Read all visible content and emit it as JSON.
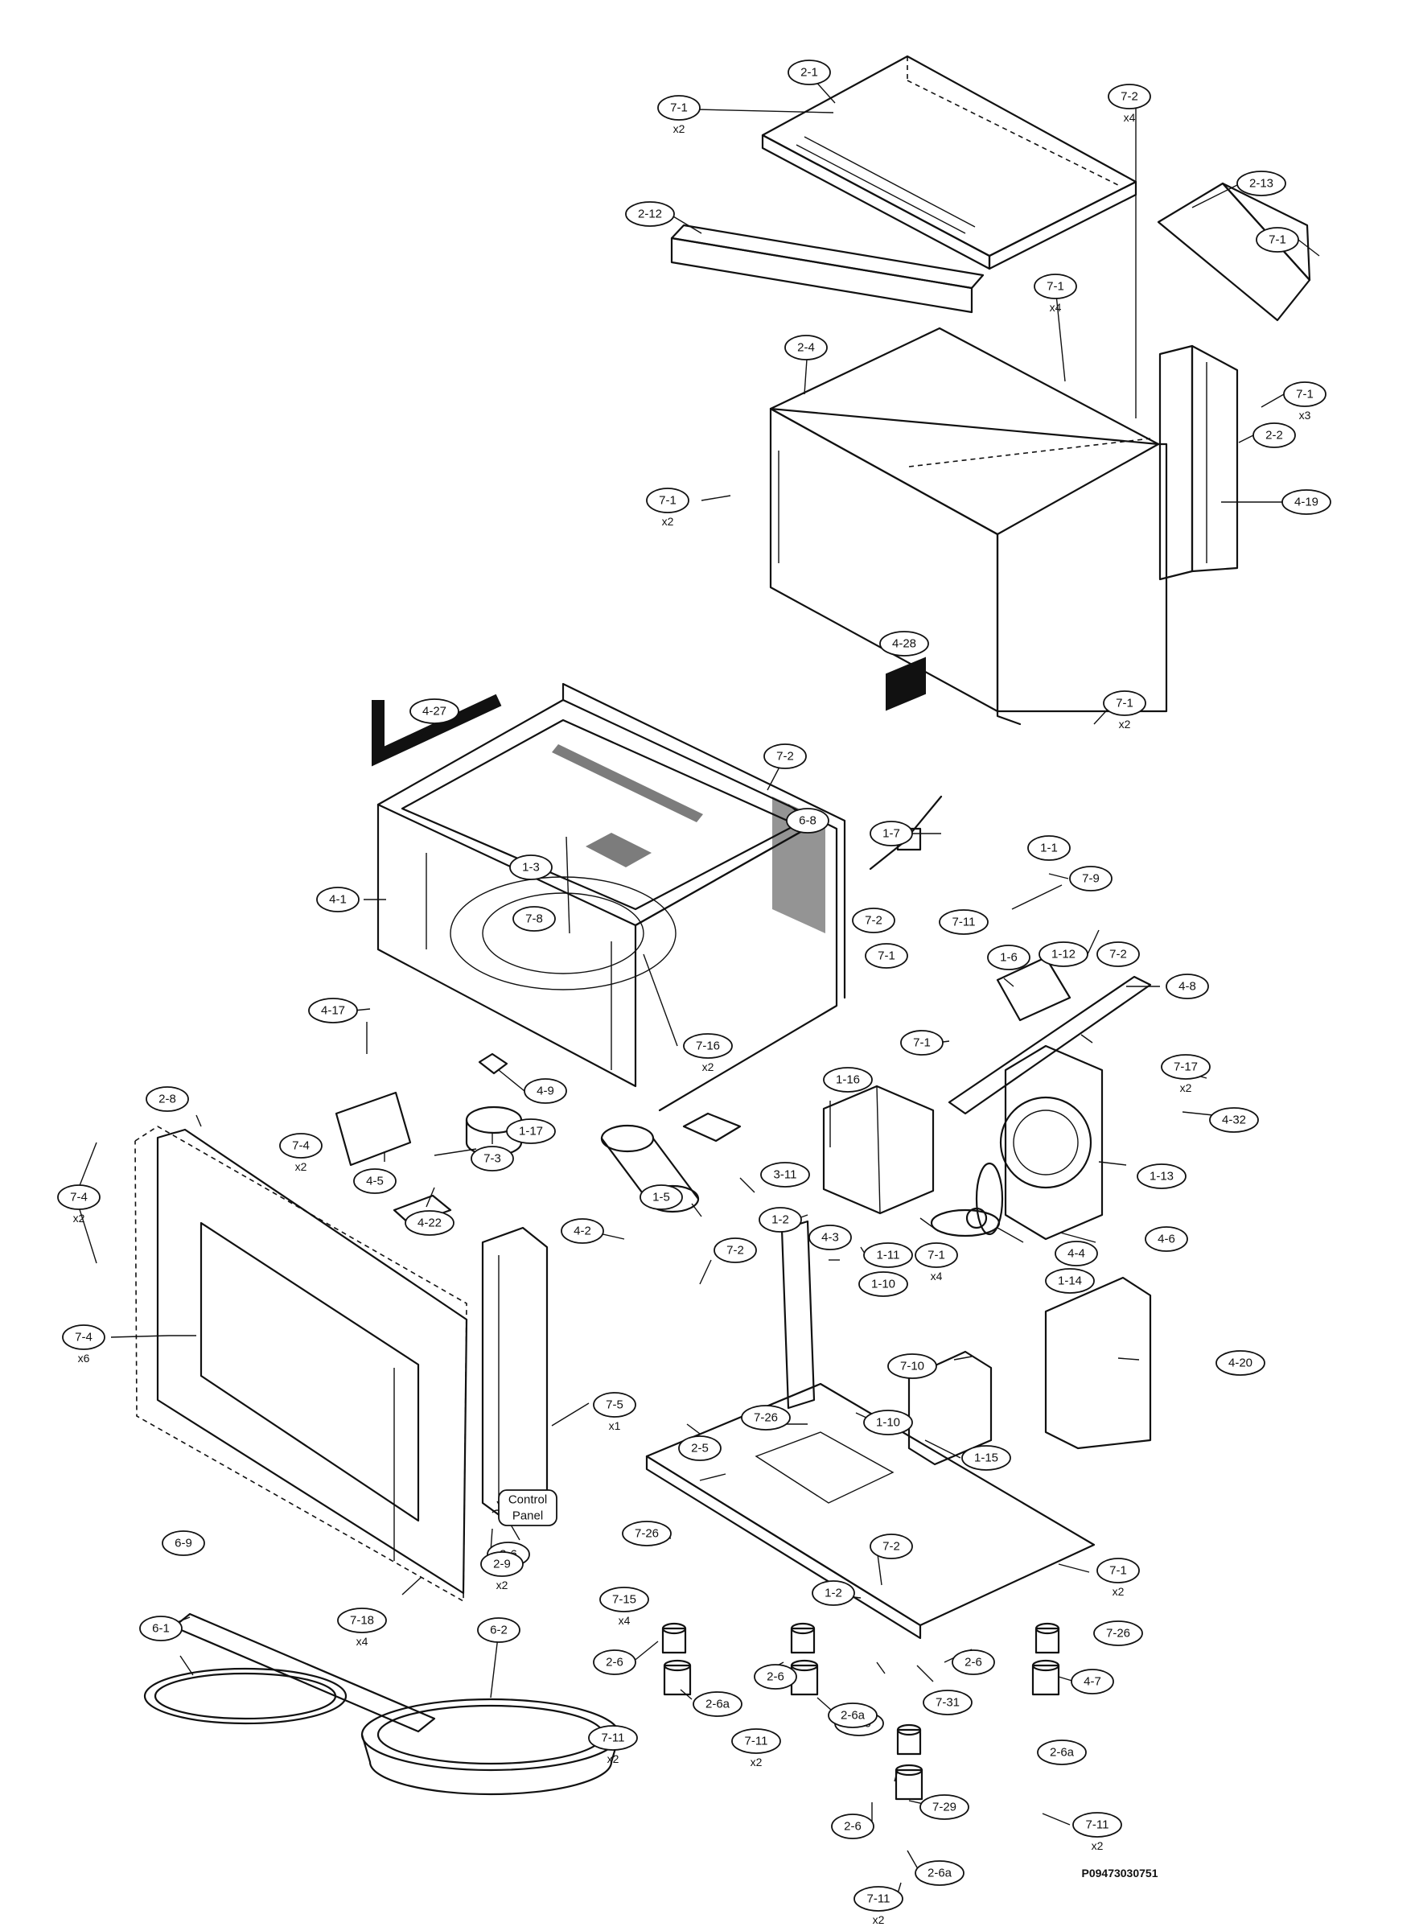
{
  "drawing": {
    "reference_number": "P09473030751",
    "control_panel_label": [
      "Control",
      "Panel"
    ]
  },
  "callouts": [
    {
      "label": "2-1",
      "qty": ""
    },
    {
      "label": "7-1",
      "qty": "x2"
    },
    {
      "label": "7-2",
      "qty": "x4"
    },
    {
      "label": "2-13",
      "qty": ""
    },
    {
      "label": "2-12",
      "qty": ""
    },
    {
      "label": "7-1",
      "qty": ""
    },
    {
      "label": "7-1",
      "qty": "x4"
    },
    {
      "label": "2-4",
      "qty": ""
    },
    {
      "label": "7-1",
      "qty": "x3"
    },
    {
      "label": "2-2",
      "qty": ""
    },
    {
      "label": "7-1",
      "qty": "x2"
    },
    {
      "label": "4-19",
      "qty": ""
    },
    {
      "label": "4-28",
      "qty": ""
    },
    {
      "label": "4-27",
      "qty": ""
    },
    {
      "label": "7-1",
      "qty": "x2"
    },
    {
      "label": "7-2",
      "qty": ""
    },
    {
      "label": "6-8",
      "qty": ""
    },
    {
      "label": "1-7",
      "qty": ""
    },
    {
      "label": "1-1",
      "qty": ""
    },
    {
      "label": "1-3",
      "qty": ""
    },
    {
      "label": "7-9",
      "qty": ""
    },
    {
      "label": "4-1",
      "qty": ""
    },
    {
      "label": "7-8",
      "qty": ""
    },
    {
      "label": "7-2",
      "qty": ""
    },
    {
      "label": "7-11",
      "qty": ""
    },
    {
      "label": "1-6",
      "qty": ""
    },
    {
      "label": "1-12",
      "qty": ""
    },
    {
      "label": "7-2",
      "qty": ""
    },
    {
      "label": "7-1",
      "qty": ""
    },
    {
      "label": "4-8",
      "qty": ""
    },
    {
      "label": "4-17",
      "qty": ""
    },
    {
      "label": "7-1",
      "qty": ""
    },
    {
      "label": "7-16",
      "qty": "x2"
    },
    {
      "label": "7-17",
      "qty": "x2"
    },
    {
      "label": "4-9",
      "qty": ""
    },
    {
      "label": "1-16",
      "qty": ""
    },
    {
      "label": "2-8",
      "qty": ""
    },
    {
      "label": "1-17",
      "qty": ""
    },
    {
      "label": "4-32",
      "qty": ""
    },
    {
      "label": "7-4",
      "qty": "x2"
    },
    {
      "label": "7-3",
      "qty": ""
    },
    {
      "label": "3-11",
      "qty": ""
    },
    {
      "label": "1-13",
      "qty": ""
    },
    {
      "label": "4-5",
      "qty": ""
    },
    {
      "label": "1-5",
      "qty": ""
    },
    {
      "label": "7-4",
      "qty": "x2"
    },
    {
      "label": "1-2",
      "qty": ""
    },
    {
      "label": "4-22",
      "qty": ""
    },
    {
      "label": "4-3",
      "qty": ""
    },
    {
      "label": "4-2",
      "qty": ""
    },
    {
      "label": "4-4",
      "qty": ""
    },
    {
      "label": "4-6",
      "qty": ""
    },
    {
      "label": "7-2",
      "qty": ""
    },
    {
      "label": "1-11",
      "qty": ""
    },
    {
      "label": "7-1",
      "qty": "x4"
    },
    {
      "label": "1-10",
      "qty": ""
    },
    {
      "label": "1-14",
      "qty": ""
    },
    {
      "label": "7-4",
      "qty": "x6"
    },
    {
      "label": "4-20",
      "qty": ""
    },
    {
      "label": "7-10",
      "qty": ""
    },
    {
      "label": "1-10",
      "qty": ""
    },
    {
      "label": "7-5",
      "qty": "x1"
    },
    {
      "label": "7-26",
      "qty": ""
    },
    {
      "label": "1-15",
      "qty": ""
    },
    {
      "label": "2-5",
      "qty": ""
    },
    {
      "label": "3-6",
      "qty": ""
    },
    {
      "label": "6-9",
      "qty": ""
    },
    {
      "label": "7-26",
      "qty": ""
    },
    {
      "label": "2-9",
      "qty": "x2"
    },
    {
      "label": "7-2",
      "qty": ""
    },
    {
      "label": "7-1",
      "qty": "x2"
    },
    {
      "label": "7-15",
      "qty": "x4"
    },
    {
      "label": "7-18",
      "qty": "x4"
    },
    {
      "label": "1-2",
      "qty": ""
    },
    {
      "label": "7-26",
      "qty": ""
    },
    {
      "label": "6-1",
      "qty": ""
    },
    {
      "label": "6-2",
      "qty": ""
    },
    {
      "label": "2-6",
      "qty": ""
    },
    {
      "label": "2-6",
      "qty": ""
    },
    {
      "label": "4-7",
      "qty": ""
    },
    {
      "label": "2-6",
      "qty": ""
    },
    {
      "label": "7-30",
      "qty": ""
    },
    {
      "label": "7-31",
      "qty": ""
    },
    {
      "label": "2-6a",
      "qty": ""
    },
    {
      "label": "2-6a",
      "qty": ""
    },
    {
      "label": "7-11",
      "qty": "x2"
    },
    {
      "label": "7-11",
      "qty": "x2"
    },
    {
      "label": "2-6a",
      "qty": ""
    },
    {
      "label": "2-6",
      "qty": ""
    },
    {
      "label": "7-29",
      "qty": ""
    },
    {
      "label": "7-11",
      "qty": "x2"
    },
    {
      "label": "2-6a",
      "qty": ""
    },
    {
      "label": "7-11",
      "qty": "x2"
    }
  ]
}
